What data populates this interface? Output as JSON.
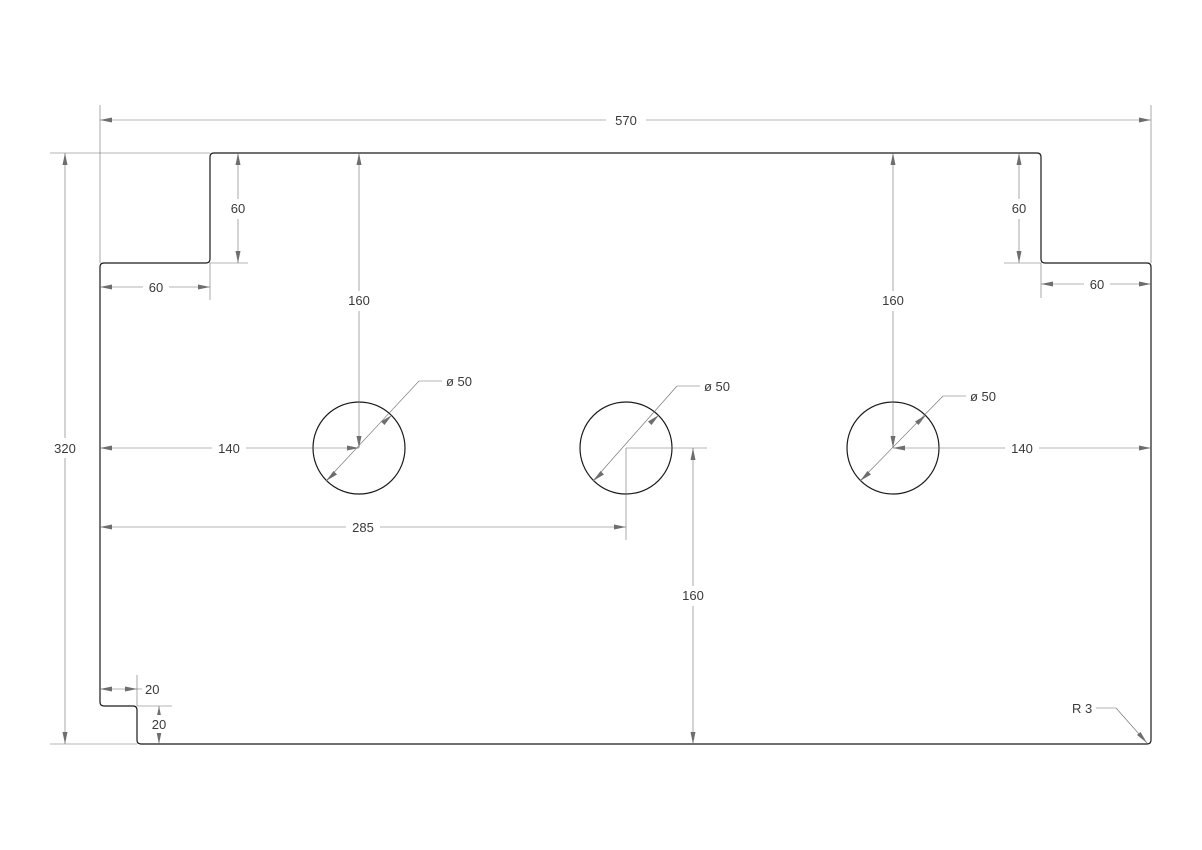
{
  "drawing": {
    "dimensions": {
      "overall_width": "570",
      "overall_height": "320",
      "left_tab_height": "60",
      "left_tab_offset": "60",
      "right_tab_height": "60",
      "right_tab_offset": "60",
      "hole_left_vertical": "160",
      "hole_right_vertical": "160",
      "hole_left_horizontal": "140",
      "hole_right_horizontal": "140",
      "hole_center_horizontal": "285",
      "hole_center_vertical": "160",
      "hole_left_diameter": "ø 50",
      "hole_center_diameter": "ø 50",
      "hole_right_diameter": "ø 50",
      "notch_width": "20",
      "notch_height": "20",
      "corner_radius": "R 3"
    }
  }
}
